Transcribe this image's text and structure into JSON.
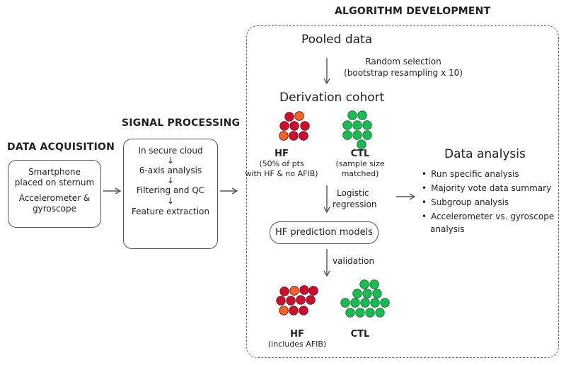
{
  "data_acquisition": {
    "header": "DATA ACQUISITION",
    "line1": "Smartphone",
    "line2": "placed on sternum",
    "line3": "Accelerometer &",
    "line4": "gyroscope"
  },
  "signal_processing": {
    "header": "SIGNAL PROCESSING",
    "step1": "In secure cloud",
    "step2": "6-axis analysis",
    "step3": "Filtering and QC",
    "step4": "Feature extraction",
    "down_arrow": "↓"
  },
  "algorithm_development": {
    "header": "ALGORITHM DEVELOPMENT",
    "pooled": "Pooled data",
    "random_line1": "Random selection",
    "random_line2": "(bootstrap resampling  x 10)",
    "derivation": "Derivation cohort",
    "hf_label": "HF",
    "hf_note1": "(50% of pts",
    "hf_note2": "with HF & no AFIB)",
    "ctl_label": "CTL",
    "ctl_note1": "(sample size",
    "ctl_note2": "matched)",
    "logistic1": "Logistic",
    "logistic2": "regression",
    "models": "HF prediction models",
    "validation": "validation",
    "val_hf_label": "HF",
    "val_hf_note": "(includes AFIB)",
    "val_ctl_label": "CTL"
  },
  "data_analysis": {
    "title": "Data analysis",
    "items": [
      "Run specific analysis",
      "Majority vote data summary",
      "Subgroup analysis",
      "Accelerometer vs. gyroscope",
      "analysis"
    ]
  },
  "colors": {
    "red": "#c8102e",
    "orange": "#f26522",
    "green": "#1db954",
    "green_stroke": "#0b6b2b",
    "red_stroke": "#6d0a18"
  }
}
